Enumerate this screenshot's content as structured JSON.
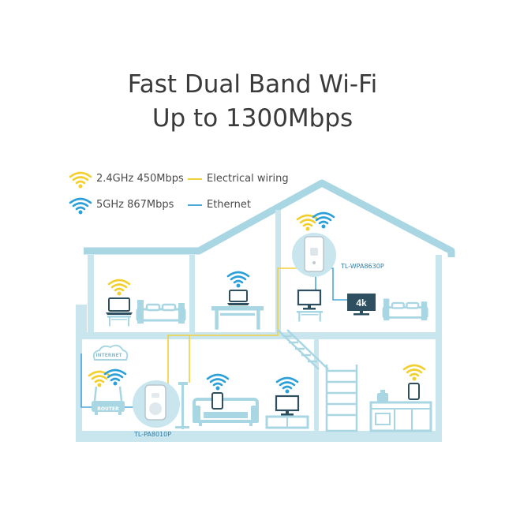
{
  "title": {
    "line1": "Fast Dual Band Wi-Fi",
    "line2": "Up to 1300Mbps"
  },
  "legend": {
    "band_24": "2.4GHz 450Mbps",
    "band_5": "5GHz 867Mbps",
    "electrical": "Electrical wiring",
    "ethernet": "Ethernet"
  },
  "labels": {
    "extender": "TL-WPA8630P",
    "adapter": "TL-PA8010P",
    "internet": "INTERNET",
    "router": "ROUTER",
    "tv_4k": "4k"
  },
  "colors": {
    "house_fill": "#c9e6ee",
    "house_line": "#a9d6e3",
    "wifi_24": "#f3cf2d",
    "wifi_5": "#2b9fd8",
    "electrical": "#f1cf3c",
    "ethernet": "#4aa8d8"
  }
}
